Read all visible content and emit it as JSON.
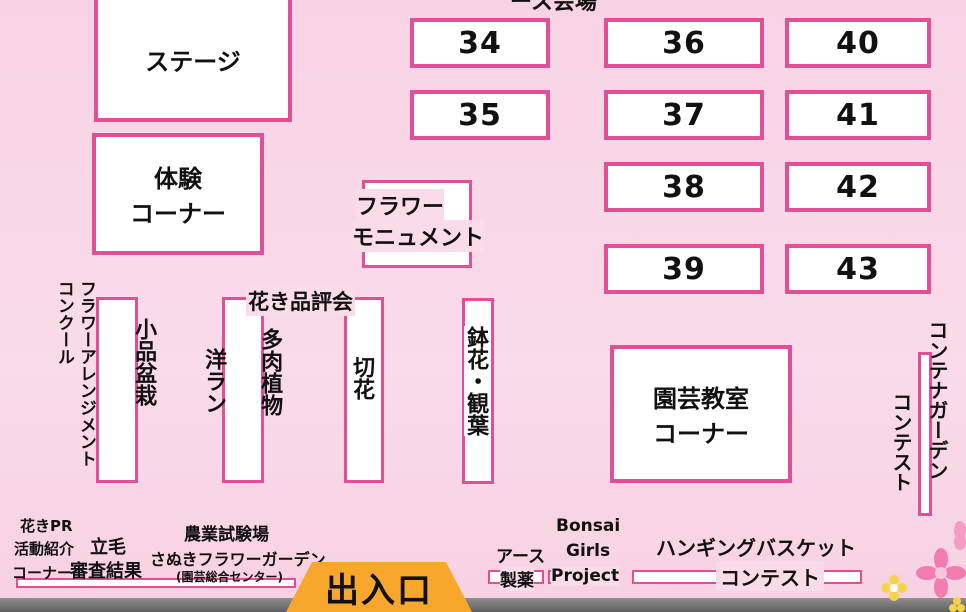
{
  "title_fragment": "ース会場",
  "areas": {
    "stage": "ステージ",
    "experience": [
      "体験",
      "コーナー"
    ],
    "flower_monument": [
      "フラワー",
      "モニュメント"
    ],
    "flower_arrangement": [
      "フラワーアレンジメント",
      "コンクール"
    ],
    "bonsai": "小品盆栽",
    "hinpyokai": "花き品評会",
    "orchid": "洋ラン",
    "succulent": "多肉植物",
    "cut_flower": "切花",
    "potted": "鉢花・観葉",
    "gardening_class": [
      "園芸教室",
      "コーナー"
    ],
    "container_garden": [
      "コンテナガーデン",
      "コンテスト"
    ],
    "pr": [
      "花きPR",
      "活動紹介",
      "コーナー"
    ],
    "tategami": [
      "立毛",
      "審査結果"
    ],
    "agri_lab": "農業試験場",
    "sanuki": "さぬきフラワーガーデン",
    "sanuki_sub": "(園芸総合センター)",
    "earth": [
      "アース",
      "製薬"
    ],
    "bonsai_girls": [
      "Bonsai",
      "Girls",
      "Project"
    ],
    "hanging": [
      "ハンギングバスケット",
      "コンテスト"
    ],
    "entrance": "出入口"
  },
  "booths": [
    "34",
    "35",
    "36",
    "37",
    "38",
    "39",
    "40",
    "41",
    "42",
    "43"
  ]
}
